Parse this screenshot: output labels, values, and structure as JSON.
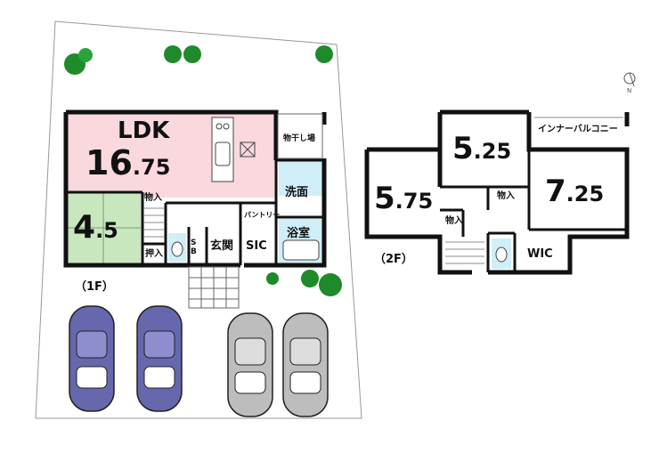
{
  "floor1": {
    "floor_label": "（1F）",
    "ldk": {
      "name": "LDK",
      "size_int": "16",
      "size_dec": ".75"
    },
    "japanese_room": {
      "size_int": "4",
      "size_dec": ".5"
    },
    "storage_top": "物入",
    "oshiire": "押入",
    "pantry": "パントリー",
    "sb": "S B",
    "genkan": "玄関",
    "sic": "SIC",
    "laundry_area": "物干し場",
    "washroom": "洗面",
    "bathroom": "浴室"
  },
  "floor2": {
    "floor_label": "（2F）",
    "room_left": {
      "size_int": "5",
      "size_dec": ".75"
    },
    "room_top": {
      "size_int": "5",
      "size_dec": ".25"
    },
    "room_right": {
      "size_int": "7",
      "size_dec": ".25"
    },
    "storage_a": "物入",
    "storage_b": "物入",
    "wic": "WIC",
    "balcony": "インナーバルコニー"
  },
  "compass": {
    "north": "N"
  },
  "colors": {
    "ldk_fill": "#f9d8de",
    "tatami_fill": "#c9e7bf",
    "water_fill": "#cfeef8",
    "car_purple": "#6767ad",
    "car_grey": "#bdbdbd",
    "tree_green": "#1f8a2a"
  }
}
